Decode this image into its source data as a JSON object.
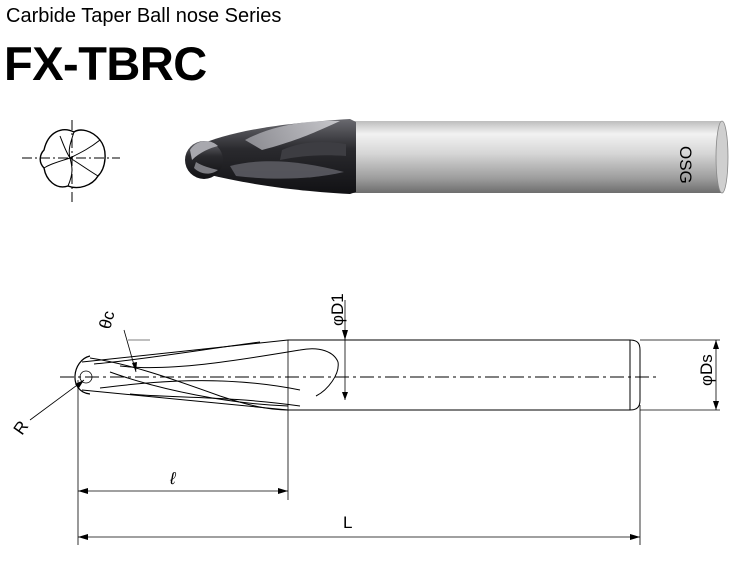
{
  "header": {
    "series": "Carbide Taper Ball nose Series",
    "model": "FX-TBRC"
  },
  "photo": {
    "shank_marking": "OSG"
  },
  "drawing": {
    "dimensions": {
      "theta_c": "θc",
      "d1": "φD1",
      "ds": "φDs",
      "r": "R",
      "l": "ℓ",
      "L": "L"
    }
  },
  "colors": {
    "line": "#000000",
    "shank_light": "#e6e6e6",
    "shank_dark": "#8a8a8a",
    "coating_dark": "#2b2b2e"
  }
}
